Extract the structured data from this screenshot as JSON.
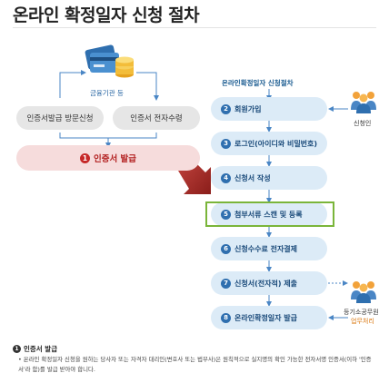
{
  "title": "온라인 확정일자 신청 절차",
  "left_flow": {
    "bank_label": "금융기관 등",
    "visit_label": "인증서발급 방문신청",
    "cert_receive_label": "인증서 전자수령",
    "cert_issue": {
      "number": "1",
      "label": "인증서 발급"
    }
  },
  "right_flow": {
    "title": "온라인확정일자 신청절차",
    "steps": [
      {
        "number": "2",
        "label": "회원가입"
      },
      {
        "number": "3",
        "label": "로그인(아이디와 비밀번호)"
      },
      {
        "number": "4",
        "label": "신청서 작성"
      },
      {
        "number": "5",
        "label": "첨부서류 스캔 및 등록"
      },
      {
        "number": "6",
        "label": "신청수수료 전자결제"
      },
      {
        "number": "7",
        "label": "신청서(전자적) 제출"
      },
      {
        "number": "8",
        "label": "온라인확정일자 발급"
      }
    ],
    "highlighted_step": "5",
    "applicant_label": "신청인",
    "official_label": "등기소공무원",
    "official_sublabel": "업무처리"
  },
  "note": {
    "number": "1",
    "heading": "인증서 발급",
    "text": "• 온라인 확정일자 신청을 원하는 당사자 또는 자격자 대리인(변호사 또는 법무사)은 원칙적으로 실지명의 확인 가능한 전자서명 인증서(이하 '인증서'라 함)를 발급 받아야 합니다."
  },
  "colors": {
    "accent_blue": "#2f6faf",
    "accent_red": "#c62828",
    "highlight_green": "#7ab53a",
    "person_orange": "#f2a23a"
  }
}
